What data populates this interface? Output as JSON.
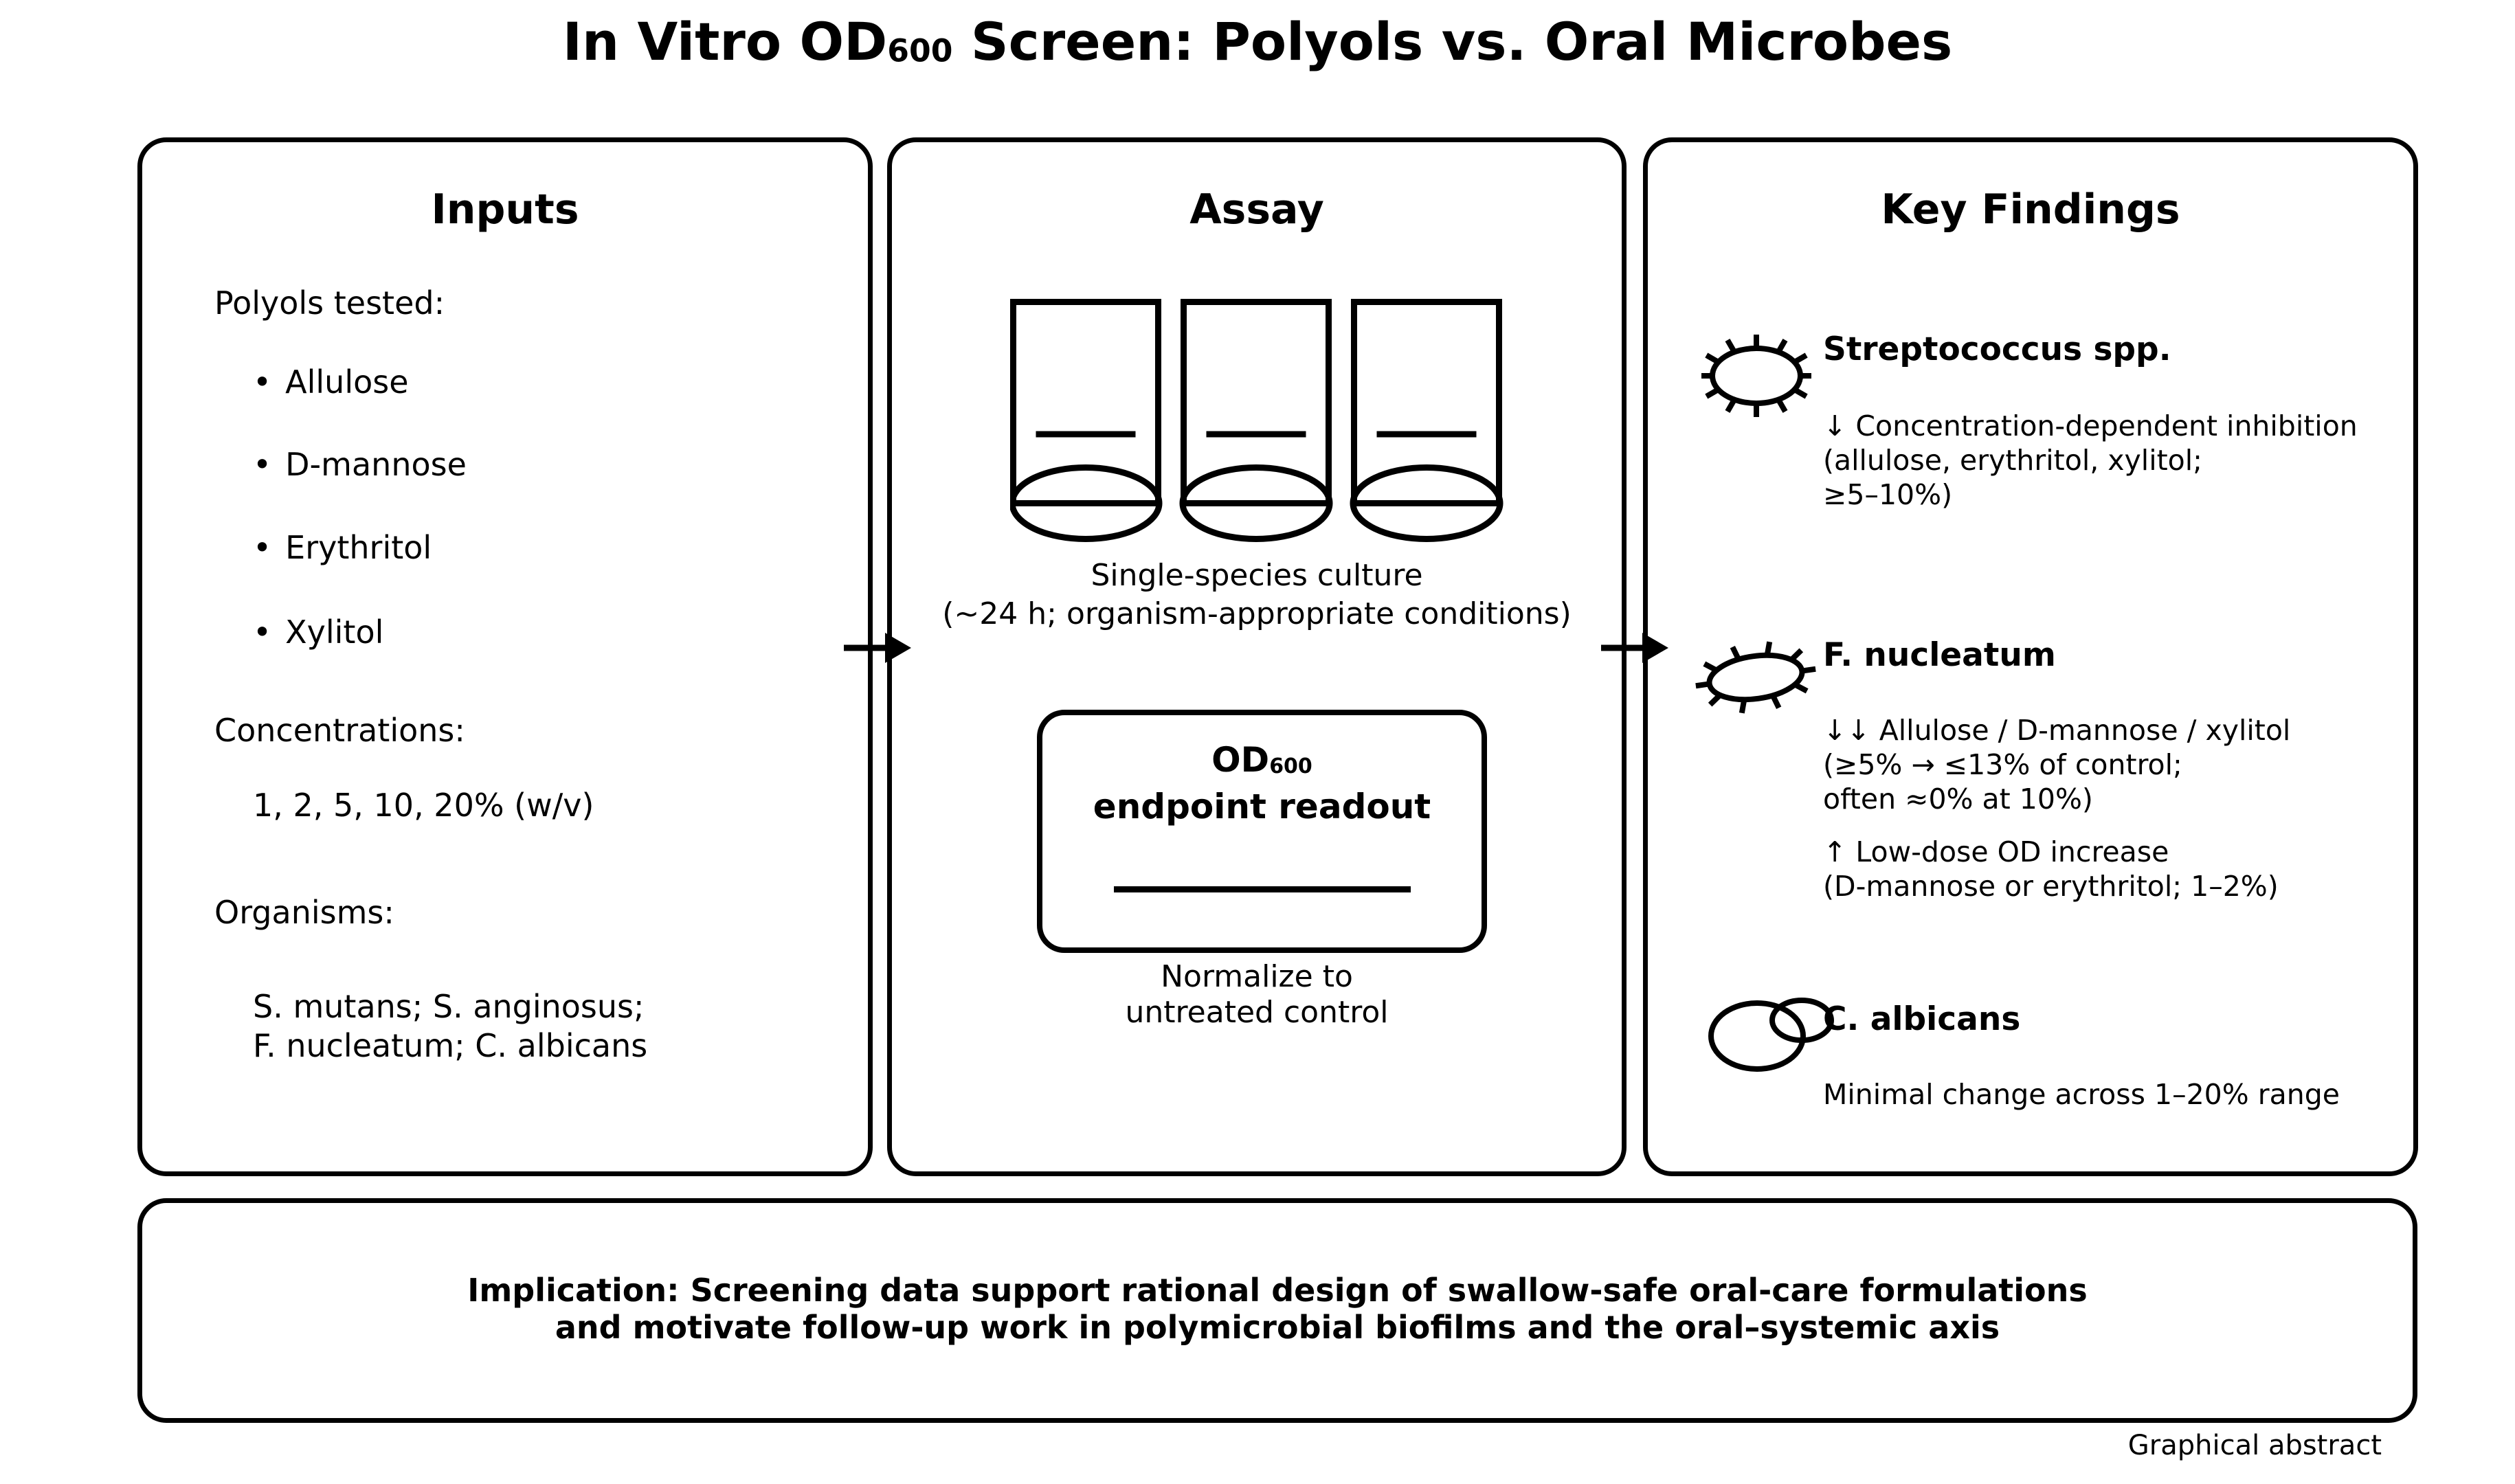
{
  "title": {
    "prefix": "In Vitro OD",
    "sub": "600",
    "suffix": " Screen: Polyols vs. Oral Microbes"
  },
  "inputs": {
    "header": "Inputs",
    "polyols_label": "Polyols tested:",
    "bullet": "•",
    "polyols": [
      "Allulose",
      "D-mannose",
      "Erythritol",
      "Xylitol"
    ],
    "concentrations_label": "Concentrations:",
    "concentrations_value": "1, 2, 5, 10, 20% (w/v)",
    "organisms_label": "Organisms:",
    "organisms_line1": "S. mutans; S. anginosus;",
    "organisms_line2": "F. nucleatum; C. albicans"
  },
  "assay": {
    "header": "Assay",
    "culture_caption_line1": "Single-species culture",
    "culture_caption_line2": "(~24 h; organism-appropriate conditions)",
    "od_prefix": "OD",
    "od_sub": "600",
    "od_line2": "endpoint readout",
    "normalize_line1": "Normalize to",
    "normalize_line2": "untreated control"
  },
  "key_findings": {
    "header": "Key Findings",
    "sections": [
      {
        "icon": "coccus-icon",
        "heading": "Streptococcus spp.",
        "lines": [
          "↓ Concentration-dependent inhibition",
          "(allulose, erythritol, xylitol;",
          "≥5–10%)"
        ]
      },
      {
        "icon": "bacillus-icon",
        "heading": "F. nucleatum",
        "lines": [
          "↓↓ Allulose / D-mannose / xylitol",
          "(≥5% → ≤13% of control;",
          "often ≈0% at 10%)"
        ],
        "lines_secondary": [
          "↑ Low-dose OD increase",
          "(D-mannose or erythritol; 1–2%)"
        ]
      },
      {
        "icon": "yeast-icon",
        "heading": "C. albicans",
        "lines": [
          "Minimal change across 1–20% range"
        ]
      }
    ]
  },
  "implication": {
    "line1": "Implication: Screening data support rational design of swallow-safe oral-care formulations",
    "line2": "and motivate follow-up work in polymicrobial biofilms and the oral–systemic axis"
  },
  "footer_note": "Graphical abstract",
  "colors": {
    "ink": "#000000",
    "background": "#ffffff"
  }
}
